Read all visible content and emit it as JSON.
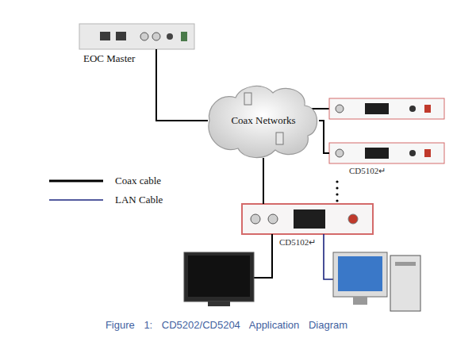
{
  "diagram": {
    "caption": "Figure 1: CD5202/CD5204 Application Diagram",
    "nodes": [
      {
        "text": [
          "EOC Master"
        ]
      },
      {
        "text": [
          "Coax Networks"
        ]
      },
      {
        "text": [
          "CD5102↵"
        ]
      },
      {
        "text": [
          "CD5102↵"
        ]
      }
    ],
    "edges": [
      {
        "from": 0,
        "to": 1,
        "arrow": "none"
      },
      {
        "from": 1,
        "to": 2,
        "arrow": "none"
      },
      {
        "from": 1,
        "to": 3,
        "arrow": "none"
      }
    ],
    "legend": [
      {
        "text": "Coax cable"
      },
      {
        "text": "LAN Cable"
      }
    ]
  }
}
